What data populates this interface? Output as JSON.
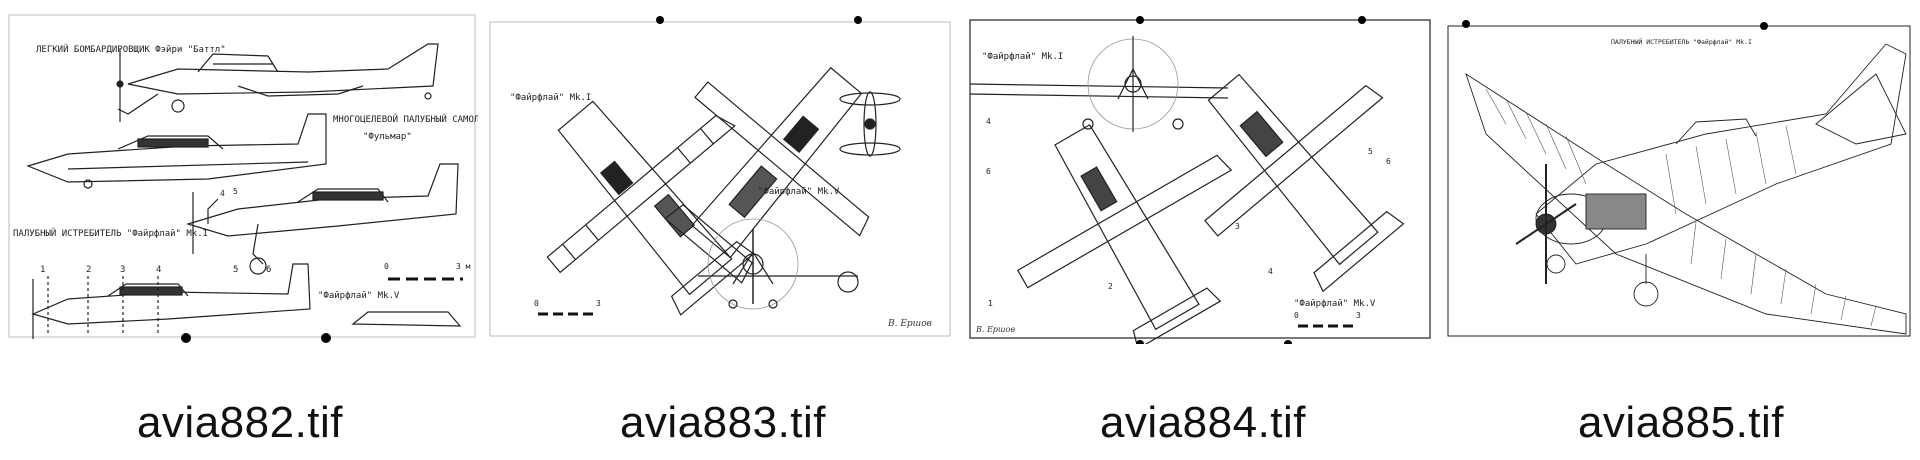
{
  "thumbnails": [
    {
      "filename": "avia882.tif",
      "labels": {
        "top": "ЛЕГКИЙ БОМБАРДИРОВЩИК Фэйри \"Баттл\"",
        "mid1": "МНОГОЦЕЛЕВОЙ ПАЛУБНЫЙ САМОЛЕТ",
        "mid2": "\"Фульмар\"",
        "left": "ПАЛУБНЫЙ ИСТРЕБИТЕЛЬ \"Файрфлай\" Mk.I",
        "bottom": "\"Файрфлай\" Mk.V",
        "scale0": "0",
        "scale3": "3 м",
        "n1": "1",
        "n2": "2",
        "n3": "3",
        "n4": "4",
        "n5": "5",
        "n6": "6",
        "n4b": "4",
        "n5b": "5"
      }
    },
    {
      "filename": "avia883.tif",
      "labels": {
        "mk1": "\"Файрфлай\" Mk.I",
        "mk5": "\"Файрфлай\" Mk.V",
        "scale0": "0",
        "scale3": "3",
        "sign": "В. Ершов"
      }
    },
    {
      "filename": "avia884.tif",
      "labels": {
        "mk1": "\"Файрфлай\" Mk.I",
        "mk5": "\"Файрфлай\" Mk.V",
        "scale0": "0",
        "scale3": "3",
        "sign": "В. Ершов",
        "s4": "4",
        "s5": "5",
        "s6": "6",
        "s3": "3",
        "s4b": "4",
        "s1": "1",
        "s2": "2",
        "s6b": "6"
      }
    },
    {
      "filename": "avia885.tif",
      "labels": {
        "title": "ПАЛУБНЫЙ ИСТРЕБИТЕЛЬ \"Файрфлай\" Mk.I"
      }
    }
  ]
}
